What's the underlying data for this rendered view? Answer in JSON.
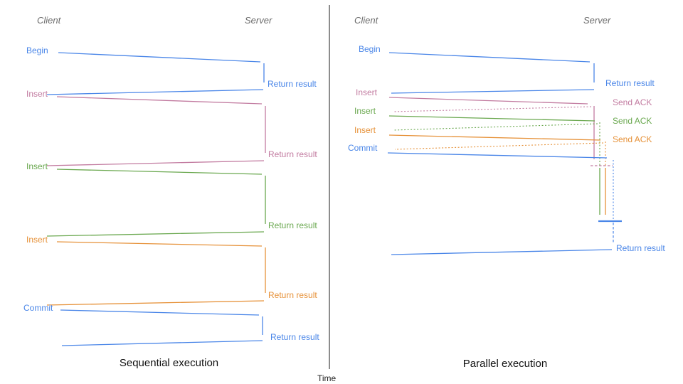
{
  "diagram": {
    "kind": "client-server sequence comparison",
    "time_axis_label": "Time",
    "colors": {
      "begin_commit_blue": "#4a86e8",
      "insert1_pink": "#c27ba0",
      "insert2_green": "#6aa84f",
      "insert3_orange": "#e69138",
      "axis_gray": "#4d4d4d",
      "header_gray": "#6b6b6b",
      "title_black": "#111111"
    },
    "left": {
      "title": "Sequential execution",
      "client_label": "Client",
      "server_label": "Server",
      "operations": [
        {
          "name": "Begin",
          "color": "#4a86e8",
          "response": "Return result"
        },
        {
          "name": "Insert",
          "color": "#c27ba0",
          "response": "Return result"
        },
        {
          "name": "Insert",
          "color": "#6aa84f",
          "response": "Return result"
        },
        {
          "name": "Insert",
          "color": "#e69138",
          "response": "Return result"
        },
        {
          "name": "Commit",
          "color": "#4a86e8",
          "response": "Return result"
        }
      ]
    },
    "right": {
      "title": "Parallel execution",
      "client_label": "Client",
      "server_label": "Server",
      "operations": [
        {
          "name": "Begin",
          "color": "#4a86e8",
          "response": "Return result"
        },
        {
          "name": "Insert",
          "color": "#c27ba0",
          "response": "Send ACK"
        },
        {
          "name": "Insert",
          "color": "#6aa84f",
          "response": "Send ACK"
        },
        {
          "name": "Insert",
          "color": "#e69138",
          "response": "Send ACK"
        },
        {
          "name": "Commit",
          "color": "#4a86e8",
          "response": "Return result"
        }
      ]
    }
  }
}
